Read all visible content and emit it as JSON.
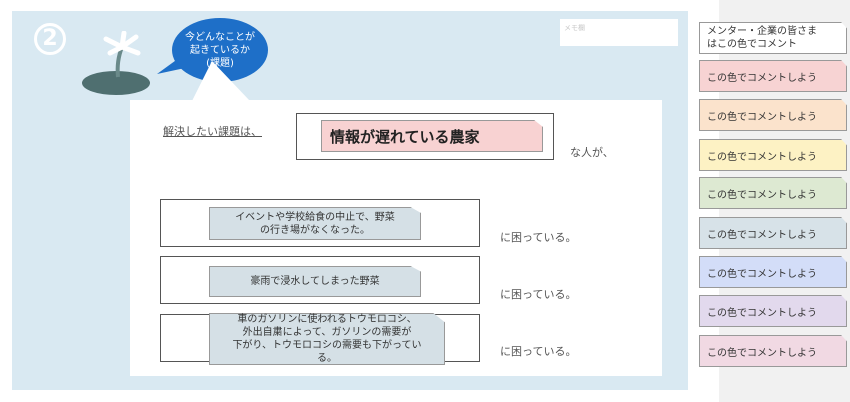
{
  "slide": {
    "number": "2",
    "bubble_lines": [
      "今どんなことが",
      "起きているか",
      "(課題)"
    ],
    "note_box_text": "メモ欄"
  },
  "worksheet": {
    "issue_label": "解決したい課題は、",
    "target": "情報が遅れている農家",
    "person_label": "な人が、",
    "trouble_label": "に困っている。",
    "problems": [
      {
        "lines": [
          "イベントや学校給食の中止で、野菜",
          "の行き場がなくなった。"
        ]
      },
      {
        "lines": [
          "豪雨で浸水してしまった野菜"
        ]
      },
      {
        "lines": [
          "車のガソリンに使われるトウモロコシ、",
          "外出自粛によって、ガソリンの需要が",
          "下がり、トウモロコシの需要も下がってい",
          "る。"
        ]
      }
    ]
  },
  "sidebar": {
    "header_lines": [
      "メンター・企業の皆さま",
      "はこの色でコメント"
    ],
    "notes": [
      {
        "label": "この色でコメントしよう",
        "color": "#f7d3d3"
      },
      {
        "label": "この色でコメントしよう",
        "color": "#fbe3cc"
      },
      {
        "label": "この色でコメントしよう",
        "color": "#fdf2c4"
      },
      {
        "label": "この色でコメントしよう",
        "color": "#dde9d2"
      },
      {
        "label": "この色でコメントしよう",
        "color": "#d7e2e8"
      },
      {
        "label": "この色でコメントしよう",
        "color": "#d3ddf8"
      },
      {
        "label": "この色でコメントしよう",
        "color": "#e2d9ed"
      },
      {
        "label": "この色でコメントしよう",
        "color": "#f1d9e3"
      }
    ]
  }
}
